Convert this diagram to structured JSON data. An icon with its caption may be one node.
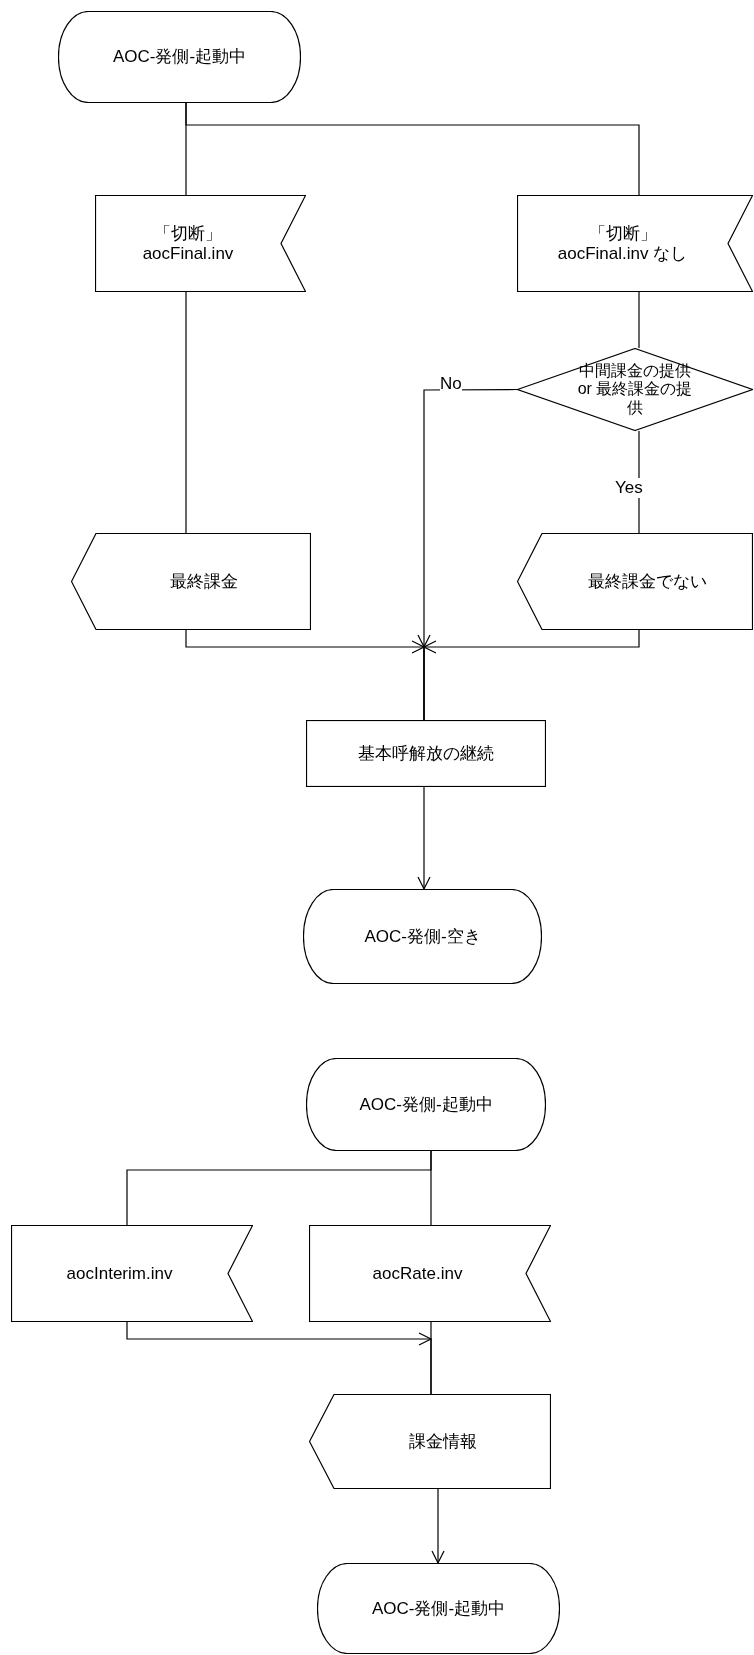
{
  "diagram": {
    "nodes": [
      {
        "text": [
          "AOC-発側-起動中"
        ]
      },
      {
        "text": [
          "「切断」 aocFinal.inv"
        ]
      },
      {
        "text": [
          "「切断」 aocFinal.inv なし"
        ]
      },
      {
        "text": [
          "中間課金の提供 or 最終課金の提供"
        ]
      },
      {
        "text": [
          "最終課金"
        ]
      },
      {
        "text": [
          "最終課金でない"
        ]
      },
      {
        "text": [
          "基本呼解放の継続"
        ]
      },
      {
        "text": [
          "AOC-発側-空き"
        ]
      },
      {
        "text": [
          "AOC-発側-起動中"
        ]
      },
      {
        "text": [
          "aocInterim.inv"
        ]
      },
      {
        "text": [
          "aocRate.inv"
        ]
      },
      {
        "text": [
          "課金情報"
        ]
      },
      {
        "text": [
          "AOC-発側-起動中"
        ]
      }
    ],
    "edges": [
      {
        "from": 0,
        "to": 1,
        "arrow": "none"
      },
      {
        "from": 0,
        "to": 2,
        "arrow": "none"
      },
      {
        "from": 1,
        "to": 4,
        "arrow": "none"
      },
      {
        "from": 2,
        "to": 3,
        "arrow": "none"
      },
      {
        "from": 3,
        "to": 5,
        "arrow": "none",
        "label": "Yes"
      },
      {
        "from": 3,
        "to": 6,
        "arrow": "to",
        "label": "No"
      },
      {
        "from": 4,
        "to": 6,
        "arrow": "to"
      },
      {
        "from": 5,
        "to": 6,
        "arrow": "to"
      },
      {
        "from": 6,
        "to": 7,
        "arrow": "to"
      },
      {
        "from": 8,
        "to": 9,
        "arrow": "none"
      },
      {
        "from": 8,
        "to": 10,
        "arrow": "none"
      },
      {
        "from": 9,
        "to": 11,
        "arrow": "to"
      },
      {
        "from": 10,
        "to": 11,
        "arrow": "none"
      },
      {
        "from": 11,
        "to": 12,
        "arrow": "to"
      }
    ]
  }
}
